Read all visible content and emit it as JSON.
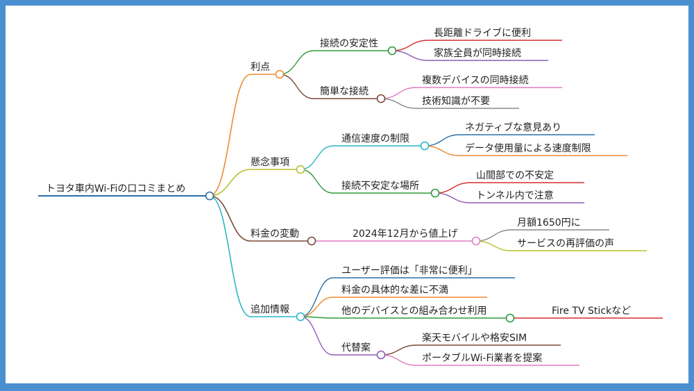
{
  "mindmap": {
    "root": "トヨタ車内Wi-Fiの口コミまとめ",
    "branches": [
      {
        "label": "利点",
        "color": "#ef8a2e",
        "children": [
          {
            "label": "接続の安定性",
            "color": "#2e9a3a",
            "children": [
              {
                "label": "長距離ドライブに便利",
                "color": "#d32f2f"
              },
              {
                "label": "家族全員が同時接続",
                "color": "#8e5bb5"
              }
            ]
          },
          {
            "label": "簡単な接続",
            "color": "#7b4a3a",
            "children": [
              {
                "label": "複数デバイスの同時接続",
                "color": "#e27cc0"
              },
              {
                "label": "技術知識が不要",
                "color": "#8a8a8a"
              }
            ]
          }
        ]
      },
      {
        "label": "懸念事項",
        "color": "#b7c22a",
        "children": [
          {
            "label": "通信速度の制限",
            "color": "#29b6c8",
            "children": [
              {
                "label": "ネガティブな意見あり",
                "color": "#2a6fa8"
              },
              {
                "label": "データ使用量による速度制限",
                "color": "#ef8a2e"
              }
            ]
          },
          {
            "label": "接続不安定な場所",
            "color": "#2e9a3a",
            "children": [
              {
                "label": "山間部での不安定",
                "color": "#d32f2f"
              },
              {
                "label": "トンネル内で注意",
                "color": "#8e5bb5"
              }
            ]
          }
        ]
      },
      {
        "label": "料金の変動",
        "color": "#7b4a3a",
        "children": [
          {
            "label": "2024年12月から値上げ",
            "color": "#e27cc0",
            "children": [
              {
                "label": "月額1650円に",
                "color": "#8a8a8a"
              },
              {
                "label": "サービスの再評価の声",
                "color": "#b7c22a"
              }
            ]
          }
        ]
      },
      {
        "label": "追加情報",
        "color": "#29b6c8",
        "children": [
          {
            "label": "ユーザー評価は「非常に便利」",
            "color": "#2a6fa8",
            "children": []
          },
          {
            "label": "料金の具体的な差に不満",
            "color": "#ef8a2e",
            "children": []
          },
          {
            "label": "他のデバイスとの組み合わせ利用",
            "color": "#2e9a3a",
            "children": [
              {
                "label": "Fire TV Stickなど",
                "color": "#d32f2f"
              }
            ]
          },
          {
            "label": "代替案",
            "color": "#8e5bb5",
            "children": [
              {
                "label": "楽天モバイルや格安SIM",
                "color": "#7b4a3a"
              },
              {
                "label": "ポータブルWi-Fi業者を提案",
                "color": "#e27cc0"
              }
            ]
          }
        ]
      }
    ]
  },
  "colors": {
    "frame": "#4a8fd0",
    "root_line": "#2a6fa8"
  }
}
